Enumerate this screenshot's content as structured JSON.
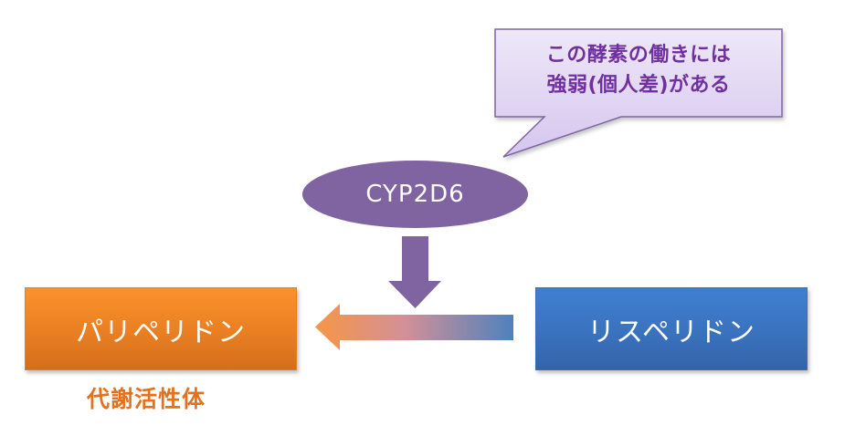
{
  "callout": {
    "line1": "この酵素の働きには",
    "line2": "強弱(個人差)がある"
  },
  "enzyme": {
    "label": "CYP2D6"
  },
  "product": {
    "label": "パリペリドン",
    "sublabel": "代謝活性体"
  },
  "substrate": {
    "label": "リスペリドン"
  },
  "colors": {
    "callout_fill_top": "#ece5f7",
    "callout_fill_bottom": "#d7c9ef",
    "callout_border": "#8064a2",
    "callout_text": "#7030a0",
    "enzyme_fill": "#8064a2",
    "down_arrow": "#8064a2",
    "orange": "#f79646",
    "blue": "#4f81bd",
    "sublabel_text": "#e4711c"
  }
}
